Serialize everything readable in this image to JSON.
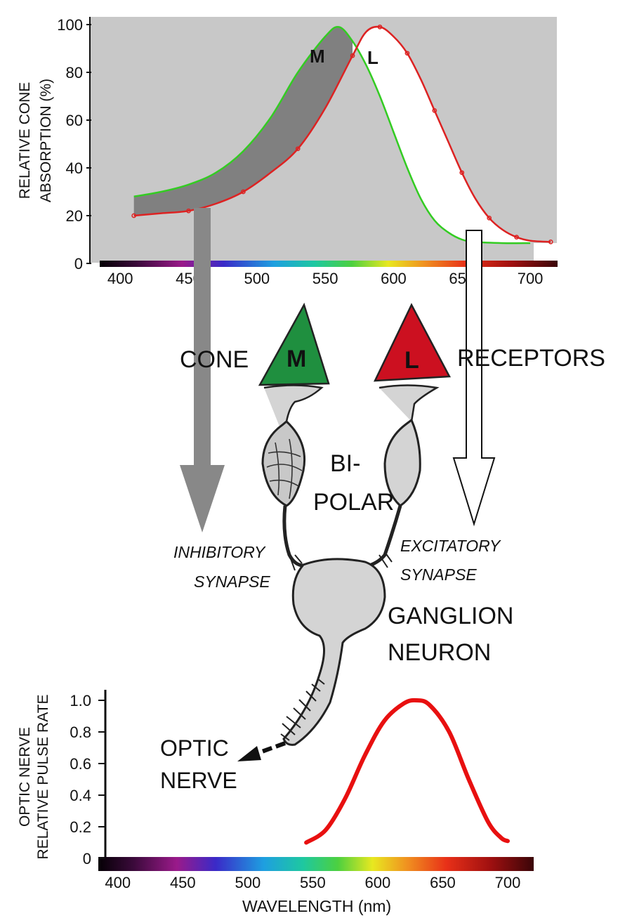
{
  "top_chart": {
    "chart_data": {
      "type": "line",
      "ylabel_lines": [
        "RELATIVE CONE",
        "ABSORPTION  (%)"
      ],
      "ylim": [
        0,
        100
      ],
      "xlim": [
        385,
        720
      ],
      "y_ticks": [
        "0",
        "20",
        "40",
        "60",
        "80",
        "100"
      ],
      "x_ticks": [
        "400",
        "450",
        "500",
        "550",
        "600",
        "650",
        "700"
      ],
      "series": [
        {
          "name": "M",
          "color": "#33cc22",
          "x": [
            410,
            430,
            450,
            470,
            490,
            510,
            530,
            550,
            560,
            570,
            580,
            590,
            600,
            610,
            620,
            630,
            640,
            650,
            660,
            680,
            700
          ],
          "y": [
            28,
            30,
            33,
            38,
            47,
            61,
            80,
            95,
            99,
            93,
            83,
            70,
            55,
            40,
            27,
            18,
            13,
            10,
            9,
            8.5,
            8.5
          ]
        },
        {
          "name": "L",
          "color": "#dd2222",
          "x": [
            410,
            430,
            450,
            470,
            490,
            510,
            530,
            550,
            570,
            580,
            590,
            600,
            610,
            620,
            630,
            640,
            650,
            660,
            670,
            680,
            690,
            700,
            715
          ],
          "y": [
            20,
            21,
            22,
            25,
            30,
            38,
            48,
            65,
            87,
            97,
            99,
            95,
            88,
            77,
            64,
            51,
            38,
            27,
            19,
            14,
            11,
            9.5,
            9
          ]
        }
      ]
    }
  },
  "bottom_chart": {
    "chart_data": {
      "type": "line",
      "ylabel_lines": [
        "OPTIC NERVE",
        "RELATIVE PULSE RATE"
      ],
      "xlabel": "WAVELENGTH  (nm)",
      "ylim": [
        0,
        1.0
      ],
      "xlim": [
        385,
        720
      ],
      "y_ticks": [
        "0",
        "0.2",
        "0.4",
        "0.6",
        "0.8",
        "1.0"
      ],
      "x_ticks": [
        "400",
        "450",
        "500",
        "550",
        "600",
        "650",
        "700"
      ],
      "series": [
        {
          "color": "#e81010",
          "x": [
            545,
            560,
            575,
            590,
            605,
            620,
            630,
            640,
            655,
            670,
            685,
            695,
            700
          ],
          "y": [
            0.1,
            0.18,
            0.38,
            0.65,
            0.87,
            0.98,
            1.0,
            0.97,
            0.8,
            0.5,
            0.23,
            0.13,
            0.11
          ]
        }
      ]
    }
  },
  "diagram": {
    "cone_label": "CONE",
    "receptors_label": "RECEPTORS",
    "cone_m_letter": "M",
    "cone_l_letter": "L",
    "curve_m_letter": "M",
    "curve_l_letter": "L",
    "bipolar_line1": "BI-",
    "bipolar_line2": "POLAR",
    "inhibitory_line1": "INHIBITORY",
    "inhibitory_line2": "SYNAPSE",
    "excitatory_line1": "EXCITATORY",
    "excitatory_line2": "SYNAPSE",
    "ganglion_line1": "GANGLION",
    "ganglion_line2": "NEURON",
    "optic_line1": "OPTIC",
    "optic_line2": "NERVE",
    "colors": {
      "m_cone": "#1f8f3f",
      "l_cone": "#cc1020",
      "inhibitory_arrow": "#888888",
      "cell_fill": "#d4d4d4",
      "plot_bg": "#c8c8c8"
    }
  }
}
